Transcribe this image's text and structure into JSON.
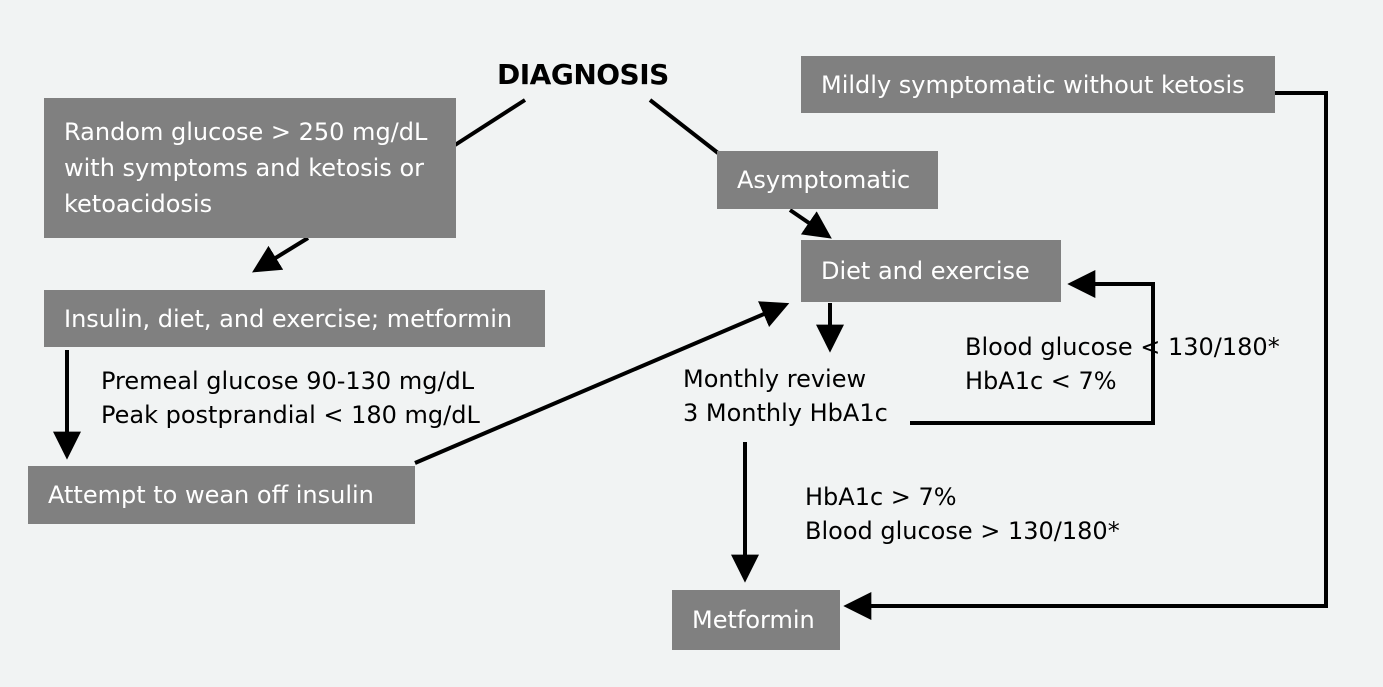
{
  "colors": {
    "box_fill": "#808080",
    "box_text": "#ffffff",
    "line": "#000000",
    "background": "#f1f3f3"
  },
  "title": "DIAGNOSIS",
  "nodes": {
    "random_glucose": "Random glucose > 250 mg/dL\nwith symptoms and ketosis or\nketoacidosis",
    "insulin_diet": "Insulin, diet, and exercise; metformin",
    "wean_insulin": "Attempt to wean off insulin",
    "asymptomatic": "Asymptomatic",
    "mildly_symptomatic": "Mildly symptomatic without ketosis",
    "diet_exercise": "Diet and exercise",
    "metformin": "Metformin"
  },
  "labels": {
    "glucose_targets": "Premeal glucose 90-130 mg/dL\nPeak postprandial < 180 mg/dL",
    "monthly_review": "Monthly review\n3 Monthly HbA1c",
    "controlled": "Blood glucose  < 130/180*\nHbA1c < 7%",
    "uncontrolled": "HbA1c > 7%\nBlood glucose > 130/180*"
  }
}
